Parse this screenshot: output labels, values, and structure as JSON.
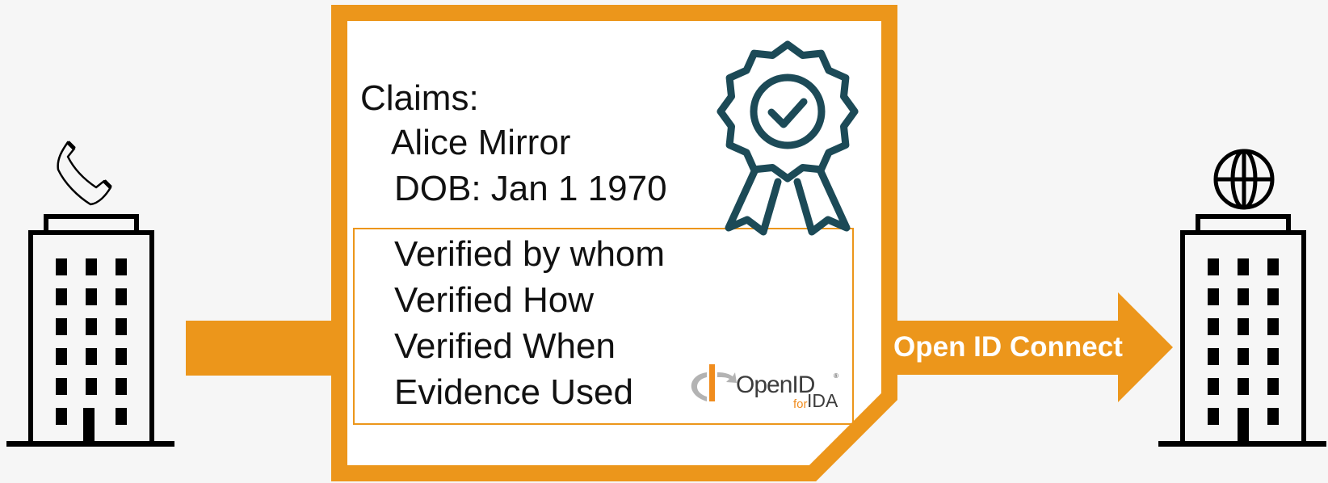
{
  "claims": {
    "title": "Claims:",
    "name": "Alice Mirror",
    "dob": "DOB: Jan 1 1970"
  },
  "verification": {
    "items": [
      "Verified by whom",
      "Verified How",
      "Verified When",
      "Evidence Used"
    ]
  },
  "flow": {
    "label": "Open ID Connect"
  },
  "logo": {
    "openid": "OpenID",
    "for": "for",
    "ida": "IDA",
    "registered": "®"
  },
  "icons": {
    "issuer": "phone-icon",
    "relying_party": "globe-icon",
    "badge": "award-ribbon-icon"
  },
  "colors": {
    "accent": "#ec961b",
    "badge": "#1c4a57",
    "text": "#111111",
    "background": "#f6f6f6"
  }
}
